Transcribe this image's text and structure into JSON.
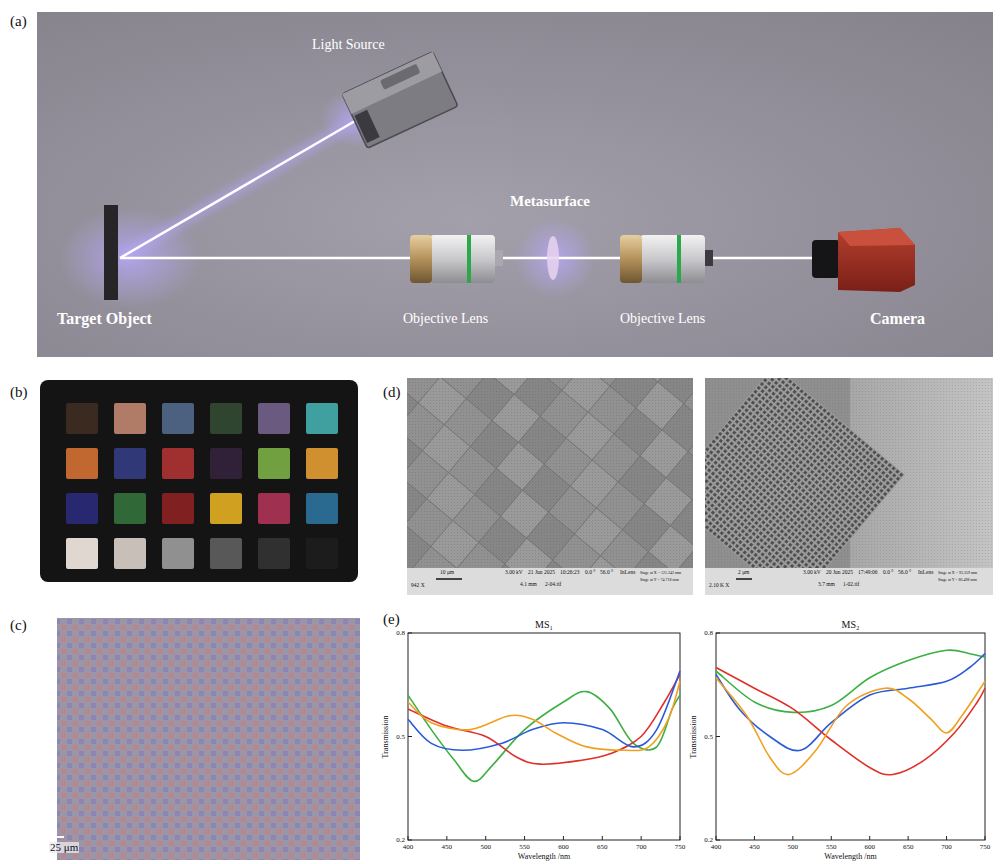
{
  "diagram": {
    "labels": [
      "(a)",
      "Light Source",
      "Metasurface",
      "Target Object",
      "Objective Lens",
      "Objective Lens",
      "Camera",
      "(b)",
      "(c)",
      "25 μm",
      "(d)",
      "942 X",
      "10 μm",
      "3.00 kV",
      "21 Jun 2025",
      "10:26:23",
      "0.0 °",
      "56.0 °",
      "InLens",
      "4.1 mm",
      "2-04.tif",
      "Stage at X = 121.242 mm",
      "Stage at Y = 74.718 mm",
      "2.10 K X",
      "2 μm",
      "3.00 kV",
      "20 Jun 2025",
      "17:49:06",
      "0.0 °",
      "56.0 °",
      "InLens",
      "3.7 mm",
      "1-02.tif",
      "Stage at X = 93.359 mm",
      "Stage at Y = 86.498 mm",
      "(e)",
      "MS₁",
      "Transmission",
      "0.8",
      "0.5",
      "0.2",
      "400",
      "450",
      "500",
      "550",
      "600",
      "650",
      "700",
      "750",
      "Wavelength /nm",
      "MS₂",
      "Transmission",
      "0.8",
      "0.5",
      "0.2",
      "400",
      "450",
      "500",
      "550",
      "600",
      "650",
      "700",
      "750",
      "Wavelength /nm"
    ]
  }
}
